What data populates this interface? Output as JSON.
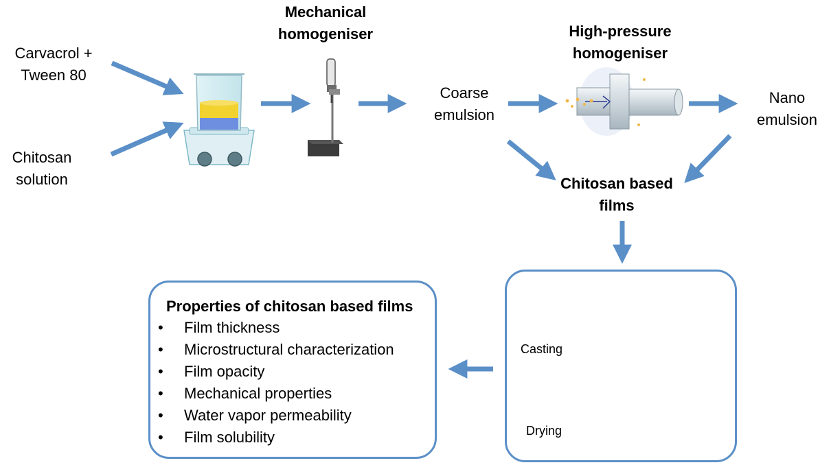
{
  "inputs": {
    "carvacrol_line1": "Carvacrol +",
    "carvacrol_line2": "Tween 80",
    "chitosan_line1": "Chitosan",
    "chitosan_line2": "solution"
  },
  "mechanical": {
    "line1": "Mechanical",
    "line2": "homogeniser"
  },
  "coarse": {
    "line1": "Coarse",
    "line2": "emulsion"
  },
  "high_pressure": {
    "line1": "High-pressure",
    "line2": "homogeniser"
  },
  "nano": {
    "line1": "Nano",
    "line2": "emulsion"
  },
  "films": {
    "line1": "Chitosan based",
    "line2": "films"
  },
  "process": {
    "casting": "Casting",
    "drying": "Drying"
  },
  "properties": {
    "title": "Properties of chitosan based films",
    "bullet": "•",
    "items": [
      "Film thickness",
      "Microstructural characterization",
      "Film opacity",
      "Mechanical properties",
      "Water vapor permeability",
      "Film solubility"
    ]
  },
  "colors": {
    "arrow": "#5b8fc7",
    "box_border": "#5b8fc7",
    "drying_arrow": "#1e9ad6",
    "liquid_yellow": "#f2d22e",
    "liquid_blue": "#6e8fe0",
    "film": "#f6d9b4"
  }
}
